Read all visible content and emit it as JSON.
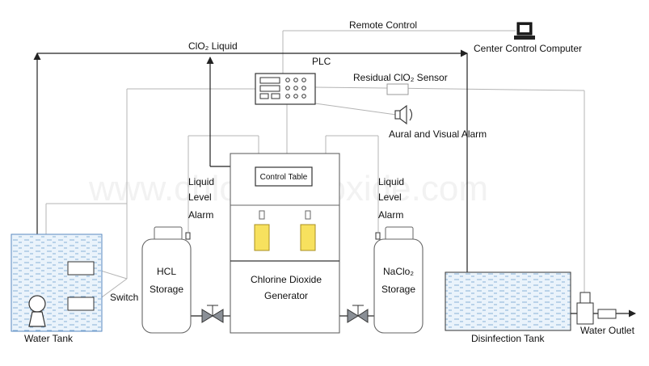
{
  "labels": {
    "remote_control": "Remote Control",
    "center_computer": "Center Control Computer",
    "clo2_liquid": "ClO₂ Liquid",
    "plc": "PLC",
    "residual_sensor": "Residual ClO₂ Sensor",
    "alarm": "Aural and Visual Alarm",
    "switch": "Switch",
    "water_tank": "Water Tank",
    "hcl_line1": "HCL",
    "hcl_line2": "Storage",
    "naclo2_line1": "NaClo₂",
    "naclo2_line2": "Storage",
    "control_table": "Control Table",
    "generator_line1": "Chlorine Dioxide",
    "generator_line2": "Generator",
    "disinfection_tank": "Disinfection Tank",
    "water_outlet": "Water Outlet",
    "level_left": [
      "Liquid",
      "Level",
      "Alarm"
    ],
    "level_right": [
      "Liquid",
      "Level",
      "Alarm"
    ]
  },
  "colors": {
    "line": "#222222",
    "signal_line": "#b4b4b4",
    "water_fill": "#eaf3fb",
    "water_dash": "#6f9fcf",
    "bottle_fill": "#ffffff",
    "bottle_stroke": "#666666",
    "vial_fill": "#f7e15e"
  }
}
